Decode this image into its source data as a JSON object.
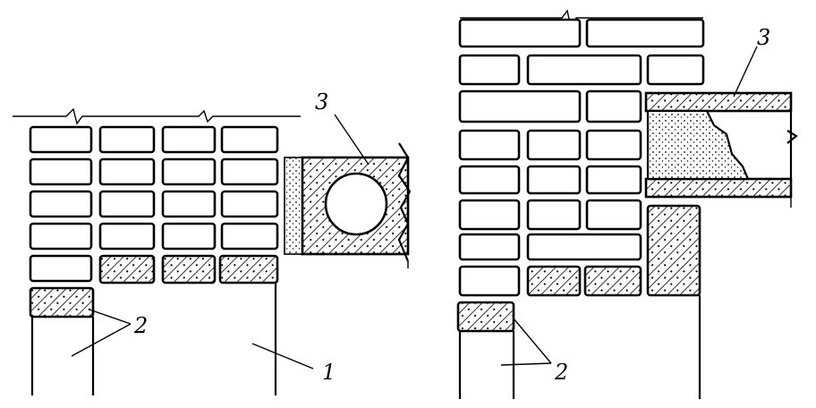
{
  "labels": {
    "left_slab": "3",
    "left_lintels": "2",
    "left_wall": "1",
    "right_slab": "3",
    "right_lintel": "2"
  }
}
